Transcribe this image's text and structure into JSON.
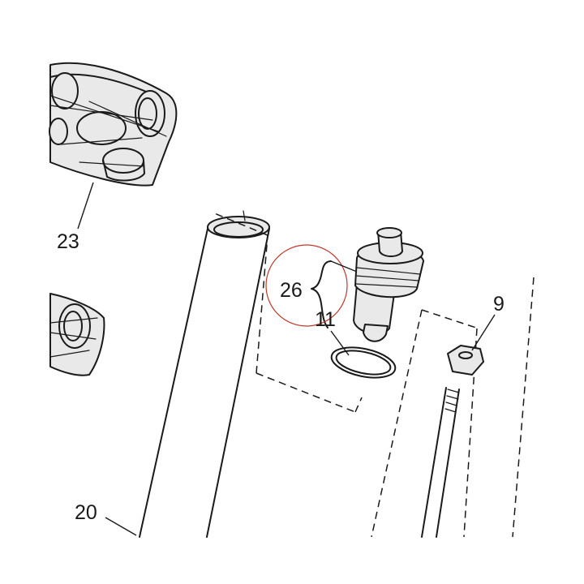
{
  "callouts": {
    "part_23": "23",
    "part_26": "26",
    "part_11": "11",
    "part_9": "9",
    "part_20": "20"
  },
  "colors": {
    "ink": "#1a1a1a",
    "highlight_circle": "#c0392b",
    "shade": "#e9e9e9"
  }
}
